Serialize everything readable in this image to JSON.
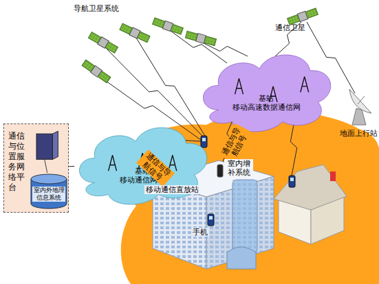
{
  "diagram": {
    "nodes": [
      {
        "text": [
          "通信与位置服务网络平台"
        ]
      },
      {
        "text": [
          "室内外地理信息系统"
        ],
        "in": 0
      },
      {
        "text": [
          "基站",
          "移动通信网络"
        ]
      },
      {
        "text": [
          "基站",
          "移动高速数据通信网"
        ]
      }
    ],
    "edges": [
      {
        "from": 0,
        "to": 2,
        "arrow": "none"
      }
    ],
    "labels": [
      "导航卫星系统",
      "通信卫星",
      "地面上行站",
      "通信与导航信号",
      "通信与导航信号",
      "移动通信直放站",
      "室内增补系统",
      "手机"
    ]
  }
}
